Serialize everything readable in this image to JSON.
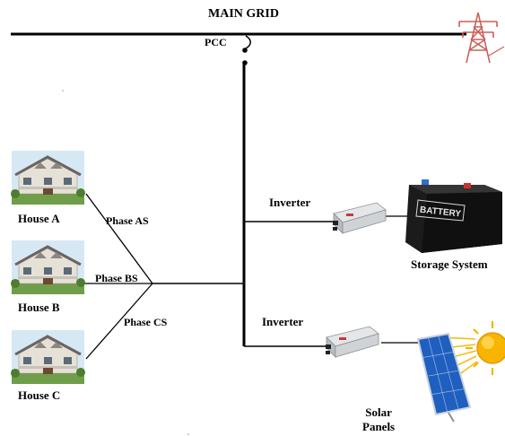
{
  "title": "MAIN GRID",
  "pcc": "PCC",
  "houses": [
    {
      "label": "House A",
      "phase": "Phase AS"
    },
    {
      "label": "House B",
      "phase": "Phase BS"
    },
    {
      "label": "House C",
      "phase": "Phase CS"
    }
  ],
  "inverter_top": "Inverter",
  "inverter_bottom": "Inverter",
  "storage": {
    "label": "Storage System",
    "battery_text": "BATTERY"
  },
  "solar": {
    "line1": "Solar",
    "line2": "Panels"
  },
  "colors": {
    "line": "#000000",
    "tower": "#c9605a",
    "sun": "#f5b400",
    "panel": "#1f5fbf"
  }
}
